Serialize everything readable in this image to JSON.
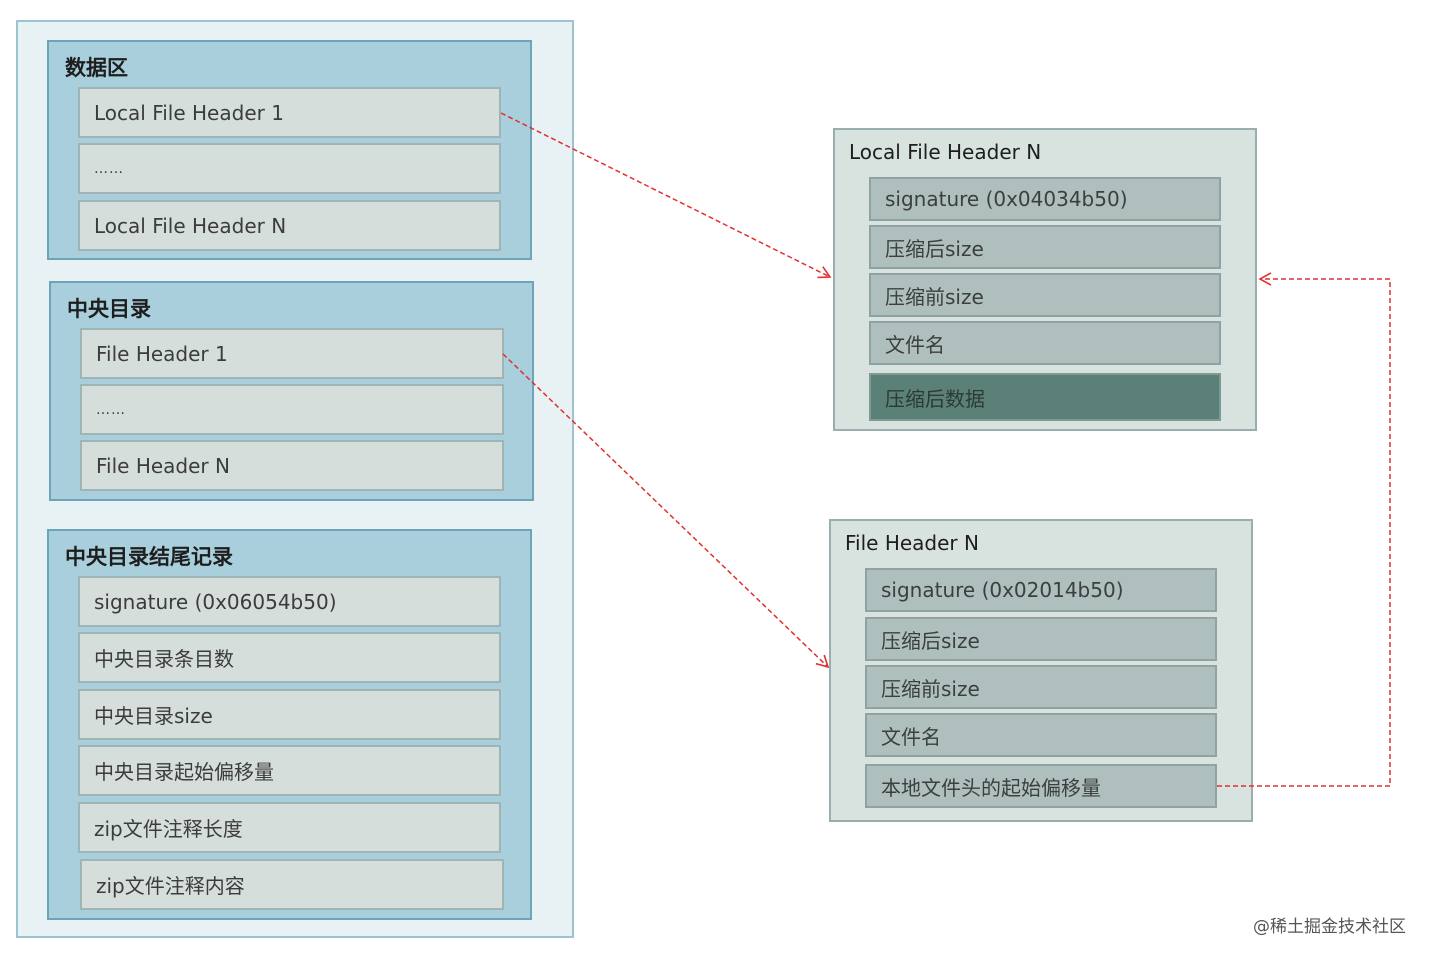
{
  "left_panel": {
    "data_area": {
      "title": "数据区",
      "rows": [
        "Local File Header 1",
        "……",
        "Local File Header N"
      ]
    },
    "central_directory": {
      "title": "中央目录",
      "rows": [
        "File Header 1",
        "……",
        "File Header N"
      ]
    },
    "end_record": {
      "title": "中央目录结尾记录",
      "rows": [
        "signature (0x06054b50)",
        "中央目录条目数",
        "中央目录size",
        "中央目录起始偏移量",
        "zip文件注释长度",
        "zip文件注释内容"
      ]
    }
  },
  "local_file_header": {
    "title": "Local File Header N",
    "fields": [
      "signature (0x04034b50)",
      "压缩后size",
      "压缩前size",
      "文件名",
      "压缩后数据"
    ]
  },
  "file_header": {
    "title": "File Header N",
    "fields": [
      "signature (0x02014b50)",
      "压缩后size",
      "压缩前size",
      "文件名",
      "本地文件头的起始偏移量"
    ]
  },
  "colors": {
    "arrow": "#e03030"
  },
  "watermark": "@稀土掘金技术社区"
}
